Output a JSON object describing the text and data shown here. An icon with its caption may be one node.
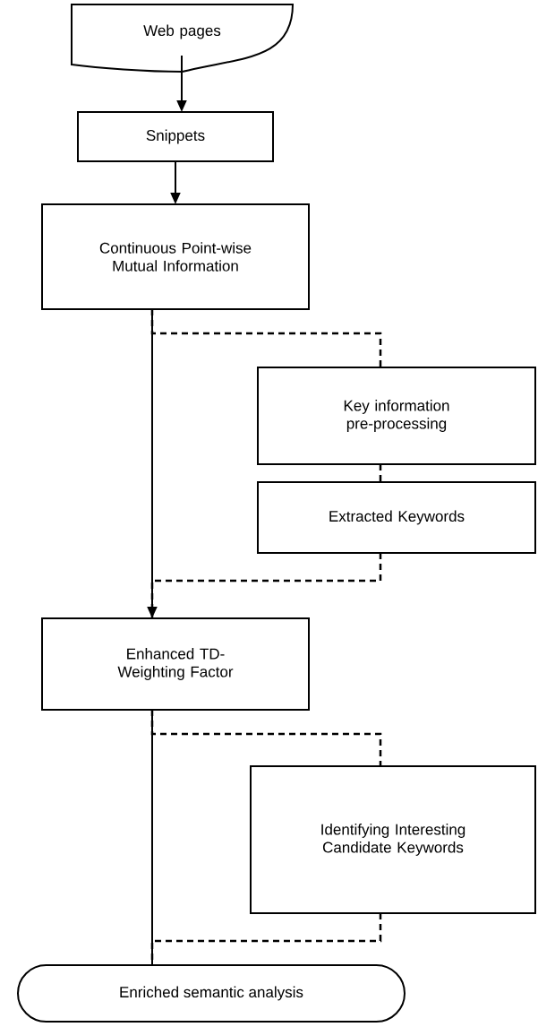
{
  "diagram": {
    "nodes": [
      {
        "text": [
          "Web pages"
        ]
      },
      {
        "text": [
          "Snippets"
        ]
      },
      {
        "text": [
          "Continuous Point-wise Mutual Information"
        ]
      },
      {
        "text": [
          "Key information pre-processing"
        ]
      },
      {
        "text": [
          "Extracted Keywords"
        ]
      },
      {
        "text": [
          "Enhanced TD-Weighting Factor"
        ]
      },
      {
        "text": [
          "Identifying Interesting Candidate Keywords"
        ]
      },
      {
        "text": [
          "Enriched semantic analysis"
        ]
      }
    ],
    "edges": [
      {
        "from": 0,
        "to": 1,
        "arrow": "to"
      },
      {
        "from": 1,
        "to": 2,
        "arrow": "to"
      },
      {
        "from": 2,
        "to": 5,
        "arrow": "to"
      },
      {
        "from": 2,
        "to": 3,
        "arrow": "none",
        "style": "dashed"
      },
      {
        "from": 3,
        "to": 4,
        "arrow": "none",
        "style": "dashed"
      },
      {
        "from": 4,
        "to": 5,
        "arrow": "none",
        "style": "dashed"
      },
      {
        "from": 5,
        "to": 7,
        "arrow": "none"
      },
      {
        "from": 5,
        "to": 6,
        "arrow": "none",
        "style": "dashed"
      },
      {
        "from": 6,
        "to": 7,
        "arrow": "none",
        "style": "dashed"
      }
    ]
  }
}
